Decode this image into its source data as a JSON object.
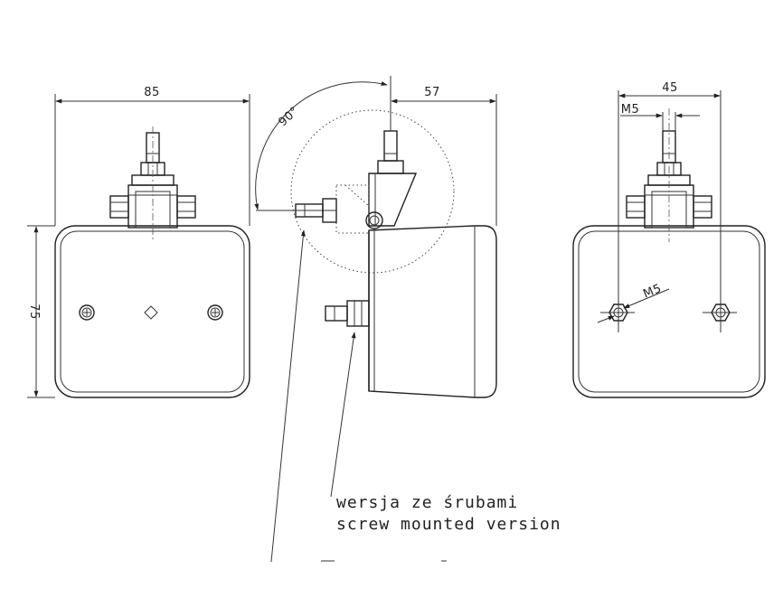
{
  "dimensions": {
    "width": "85",
    "depth": "57",
    "height": "75",
    "hole_spacing": "45",
    "thread_top": "M5",
    "thread_nut": "M5",
    "angle": "90°"
  },
  "note": {
    "line1": "wersja ze śrubami",
    "line2": "screw mounted version"
  }
}
